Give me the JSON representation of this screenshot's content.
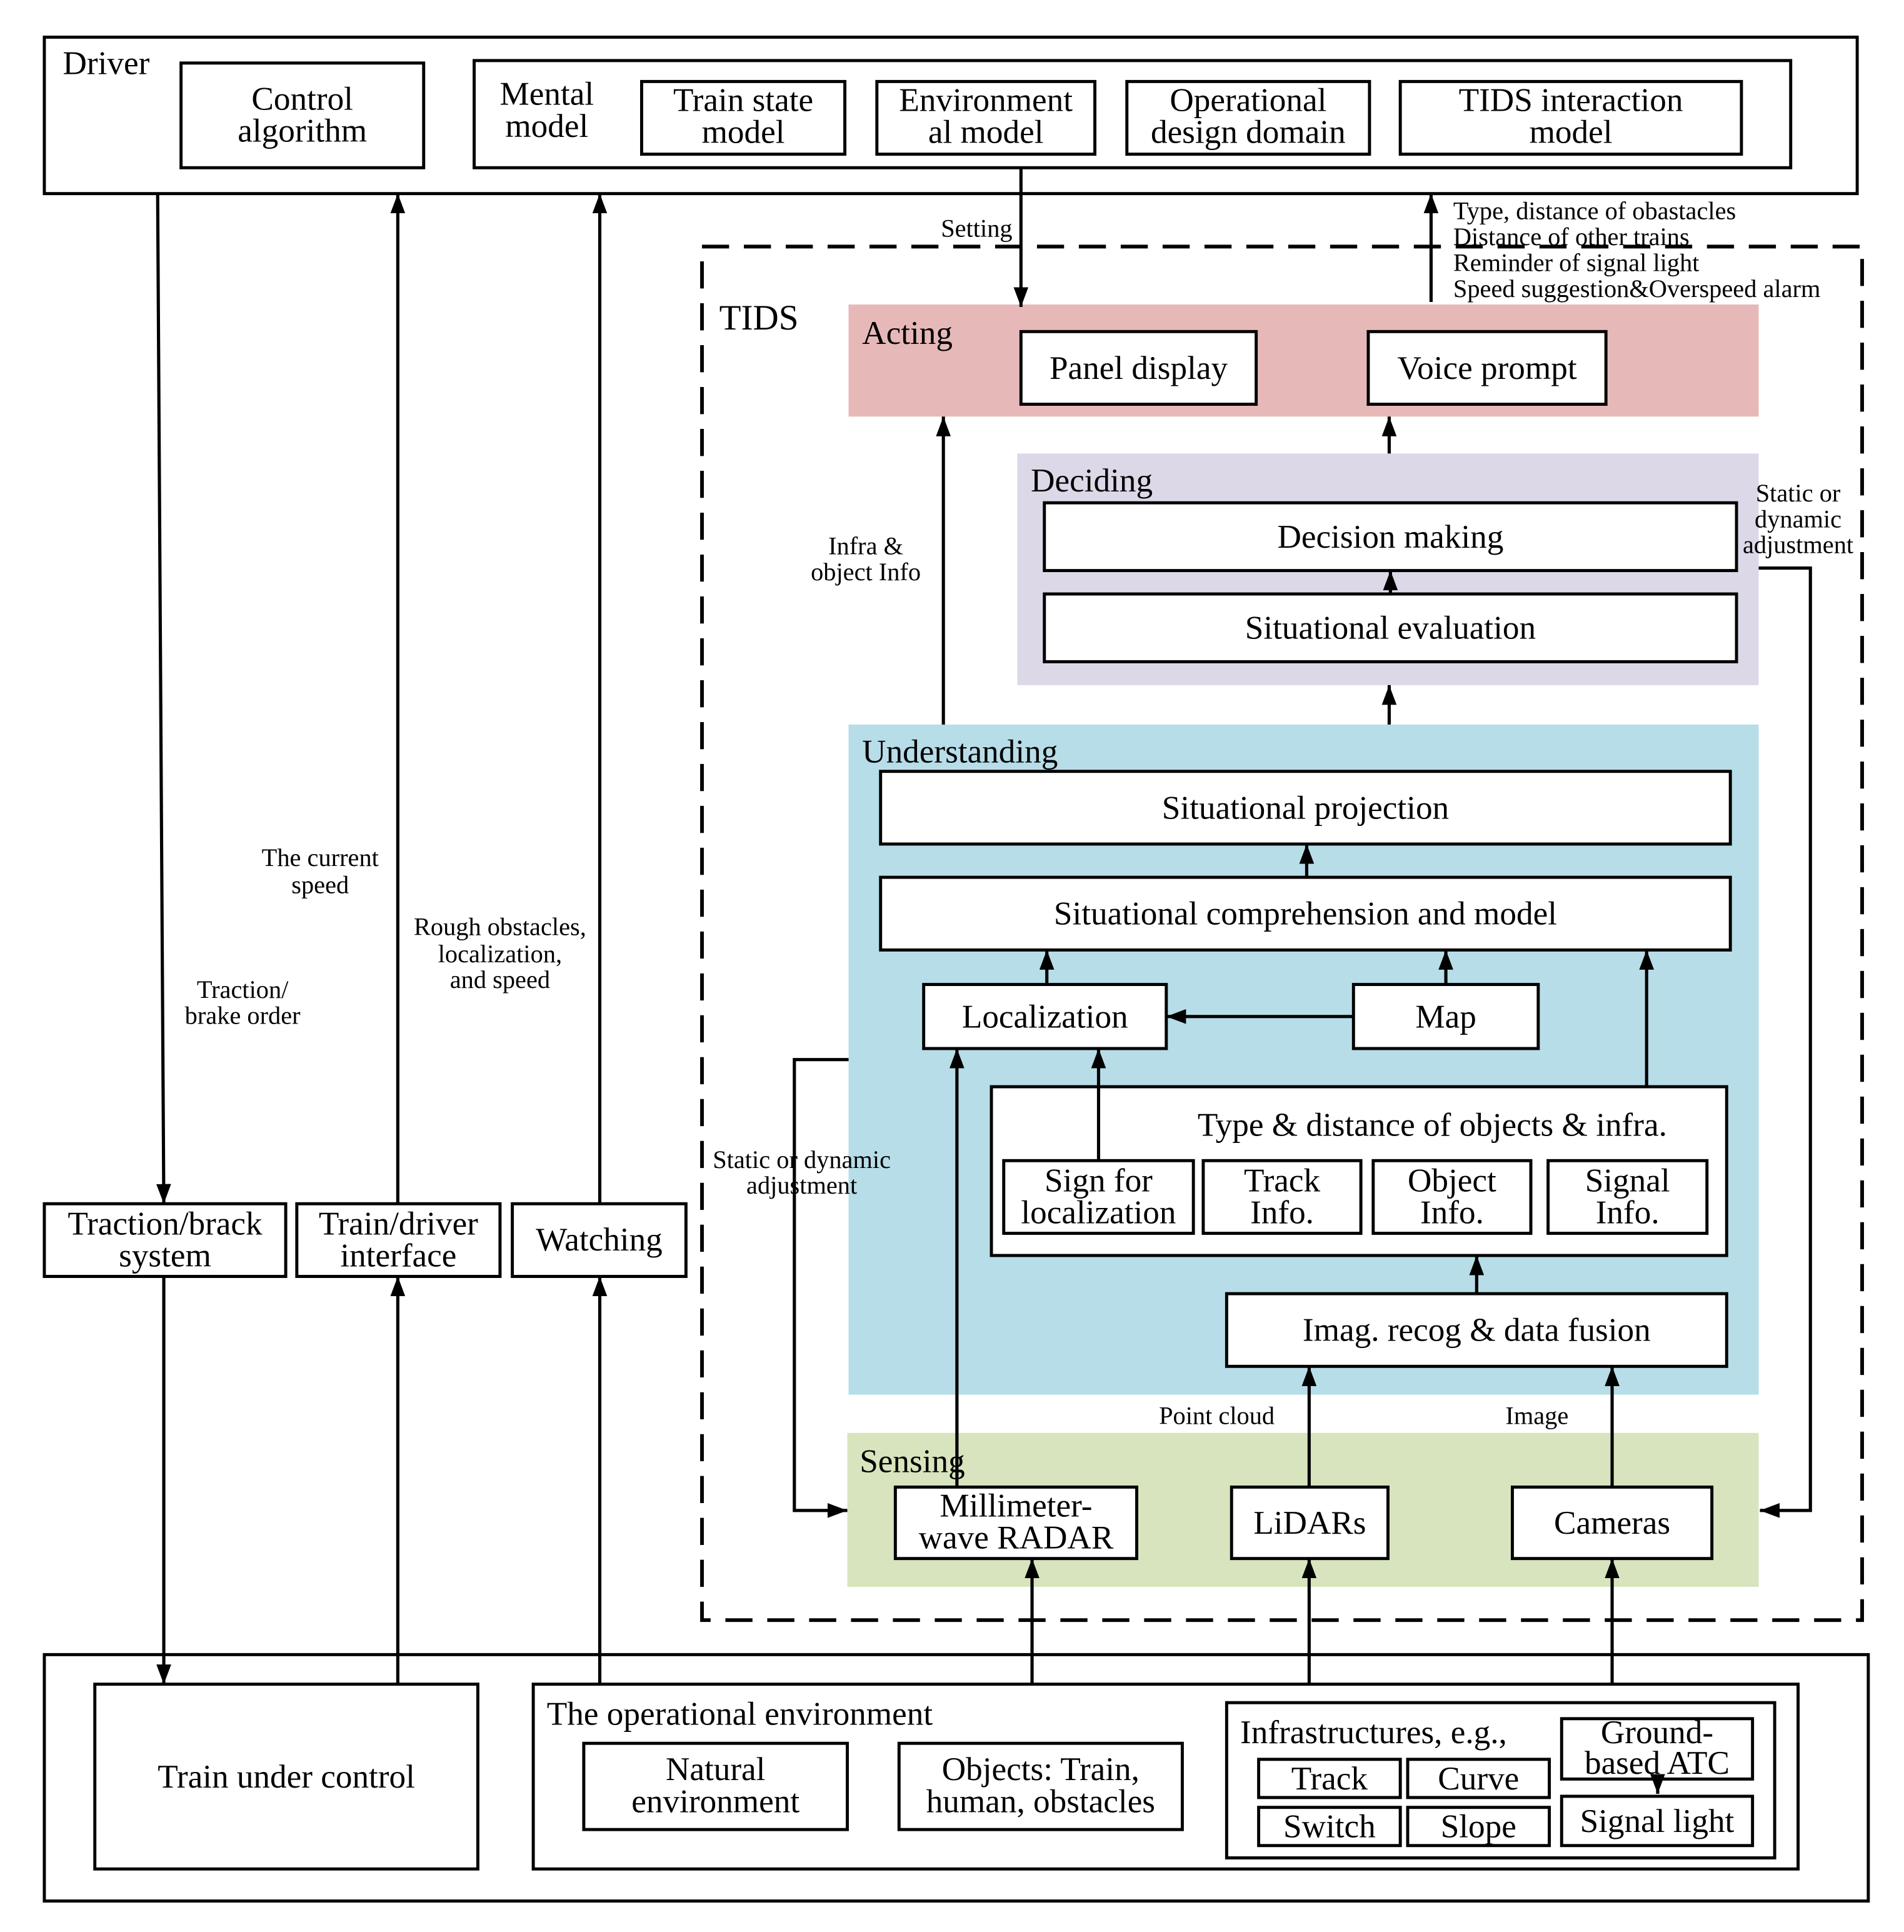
{
  "driver": {
    "title": "Driver",
    "control_algorithm": [
      "Control",
      "algorithm"
    ],
    "mental_model": {
      "label": [
        "Mental",
        "model"
      ],
      "train_state_model": [
        "Train state",
        "model"
      ],
      "environmental_model": [
        "Environment",
        "al model"
      ],
      "operational_design_domain": [
        "Operational",
        "design domain"
      ],
      "tids_interaction_model": [
        "TIDS interaction",
        "model"
      ]
    }
  },
  "flows": {
    "setting": "Setting",
    "feedback_to_driver": [
      "Type, distance of obastacles",
      "Distance of other trains",
      "Reminder of signal light",
      "Speed suggestion&Overspeed alarm"
    ],
    "current_speed": [
      "The current",
      "speed"
    ],
    "traction_brake_order": [
      "Traction/",
      "brake order"
    ],
    "rough_obstacles": [
      "Rough obstacles,",
      "localization,",
      "and speed"
    ],
    "infra_object_info": [
      "Infra &",
      "object Info"
    ],
    "static_dynamic_right": [
      "Static or",
      "dynamic",
      "adjustment"
    ],
    "static_dynamic_left": [
      "Static or dynamic",
      "adjustment"
    ],
    "point_cloud": "Point cloud",
    "image": "Image"
  },
  "interfaces": {
    "traction_brake_system": [
      "Traction/brack",
      "system"
    ],
    "train_driver_interface": [
      "Train/driver",
      "interface"
    ],
    "watching": "Watching"
  },
  "tids": {
    "title": "TIDS",
    "acting": {
      "label": "Acting",
      "panel_display": "Panel display",
      "voice_prompt": "Voice prompt"
    },
    "deciding": {
      "label": "Deciding",
      "decision_making": "Decision making",
      "situational_evaluation": "Situational evaluation"
    },
    "understanding": {
      "label": "Understanding",
      "situational_projection": "Situational projection",
      "situational_comprehension": "Situational comprehension and model",
      "localization": "Localization",
      "map": "Map",
      "type_distance": {
        "label": "Type & distance of objects & infra.",
        "sign_for_localization": [
          "Sign for",
          "localization"
        ],
        "track_info": [
          "Track",
          "Info."
        ],
        "object_info": [
          "Object",
          "Info."
        ],
        "signal_info": [
          "Signal",
          "Info."
        ]
      },
      "image_recognition": "Imag. recog & data fusion"
    },
    "sensing": {
      "label": "Sensing",
      "radar": [
        "Millimeter-",
        "wave RADAR"
      ],
      "lidars": "LiDARs",
      "cameras": "Cameras"
    }
  },
  "environment": {
    "train_under_control": "Train under control",
    "operational_environment": {
      "label": "The operational environment",
      "natural_environment": [
        "Natural",
        "environment"
      ],
      "objects": [
        "Objects: Train,",
        "human, obstacles"
      ],
      "infrastructures": {
        "label": "Infrastructures, e.g.,",
        "track": "Track",
        "curve": "Curve",
        "switch": "Switch",
        "slope": "Slope",
        "ground_based_atc": [
          "Ground-",
          "based ATC"
        ],
        "signal_light": "Signal light"
      }
    }
  },
  "colors": {
    "acting": "#e6b9b8",
    "deciding": "#ddd8e8",
    "understanding": "#b7dde8",
    "sensing": "#d7e4bd"
  }
}
